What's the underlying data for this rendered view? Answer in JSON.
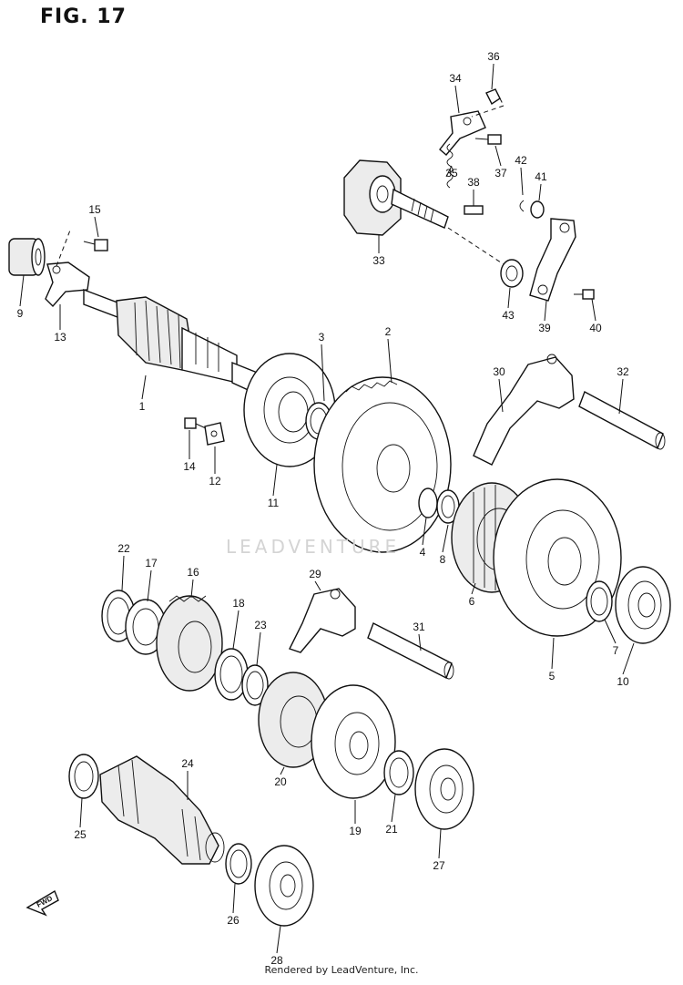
{
  "figure": {
    "title": "FIG. 17",
    "watermark": "LEADVENTURE",
    "footer": "Rendered by LeadVenture, Inc.",
    "fwd_label": "FWD"
  },
  "callouts": [
    {
      "id": "1",
      "label": "1"
    },
    {
      "id": "2",
      "label": "2"
    },
    {
      "id": "3",
      "label": "3"
    },
    {
      "id": "4",
      "label": "4"
    },
    {
      "id": "5",
      "label": "5"
    },
    {
      "id": "6",
      "label": "6"
    },
    {
      "id": "7",
      "label": "7"
    },
    {
      "id": "8",
      "label": "8"
    },
    {
      "id": "9",
      "label": "9"
    },
    {
      "id": "10",
      "label": "10"
    },
    {
      "id": "11",
      "label": "11"
    },
    {
      "id": "12",
      "label": "12"
    },
    {
      "id": "13",
      "label": "13"
    },
    {
      "id": "14",
      "label": "14"
    },
    {
      "id": "15",
      "label": "15"
    },
    {
      "id": "16",
      "label": "16"
    },
    {
      "id": "17",
      "label": "17"
    },
    {
      "id": "18",
      "label": "18"
    },
    {
      "id": "19",
      "label": "19"
    },
    {
      "id": "20",
      "label": "20"
    },
    {
      "id": "21",
      "label": "21"
    },
    {
      "id": "22",
      "label": "22"
    },
    {
      "id": "23",
      "label": "23"
    },
    {
      "id": "24",
      "label": "24"
    },
    {
      "id": "25",
      "label": "25"
    },
    {
      "id": "26",
      "label": "26"
    },
    {
      "id": "27",
      "label": "27"
    },
    {
      "id": "28",
      "label": "28"
    },
    {
      "id": "29",
      "label": "29"
    },
    {
      "id": "30",
      "label": "30"
    },
    {
      "id": "31",
      "label": "31"
    },
    {
      "id": "32",
      "label": "32"
    },
    {
      "id": "33",
      "label": "33"
    },
    {
      "id": "34",
      "label": "34"
    },
    {
      "id": "35",
      "label": "35"
    },
    {
      "id": "36",
      "label": "36"
    },
    {
      "id": "37",
      "label": "37"
    },
    {
      "id": "38",
      "label": "38"
    },
    {
      "id": "39",
      "label": "39"
    },
    {
      "id": "40",
      "label": "40"
    },
    {
      "id": "41",
      "label": "41"
    },
    {
      "id": "42",
      "label": "42"
    },
    {
      "id": "43",
      "label": "43"
    }
  ]
}
